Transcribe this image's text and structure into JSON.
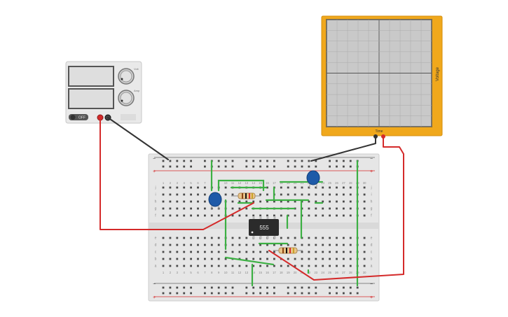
{
  "power_supply": {
    "off_label": "OFF",
    "knob1_label": "Volt",
    "knob2_label": "Amp"
  },
  "oscilloscope": {
    "x_axis_label": "Time",
    "y_axis_label": "Voltage"
  },
  "chip": {
    "label": "555"
  },
  "breadboard": {
    "column_numbers": [
      "1",
      "2",
      "3",
      "4",
      "5",
      "6",
      "7",
      "8",
      "9",
      "10",
      "11",
      "12",
      "13",
      "14",
      "15",
      "16",
      "17",
      "18",
      "19",
      "20",
      "21",
      "22",
      "23",
      "24",
      "25",
      "26",
      "27",
      "28",
      "29",
      "30"
    ],
    "top_row_letters": [
      "j",
      "i",
      "h",
      "g",
      "f"
    ],
    "bottom_row_letters": [
      "e",
      "d",
      "c",
      "b",
      "a"
    ],
    "rail_plus": "+",
    "rail_minus": "−"
  },
  "colors": {
    "wire_red": "#d42a2a",
    "wire_black": "#333333",
    "wire_green": "#3cb043",
    "scope_frame": "#f0a81c",
    "capacitor_blue": "#1e5aa8",
    "breadboard": "#e6e6e6"
  }
}
